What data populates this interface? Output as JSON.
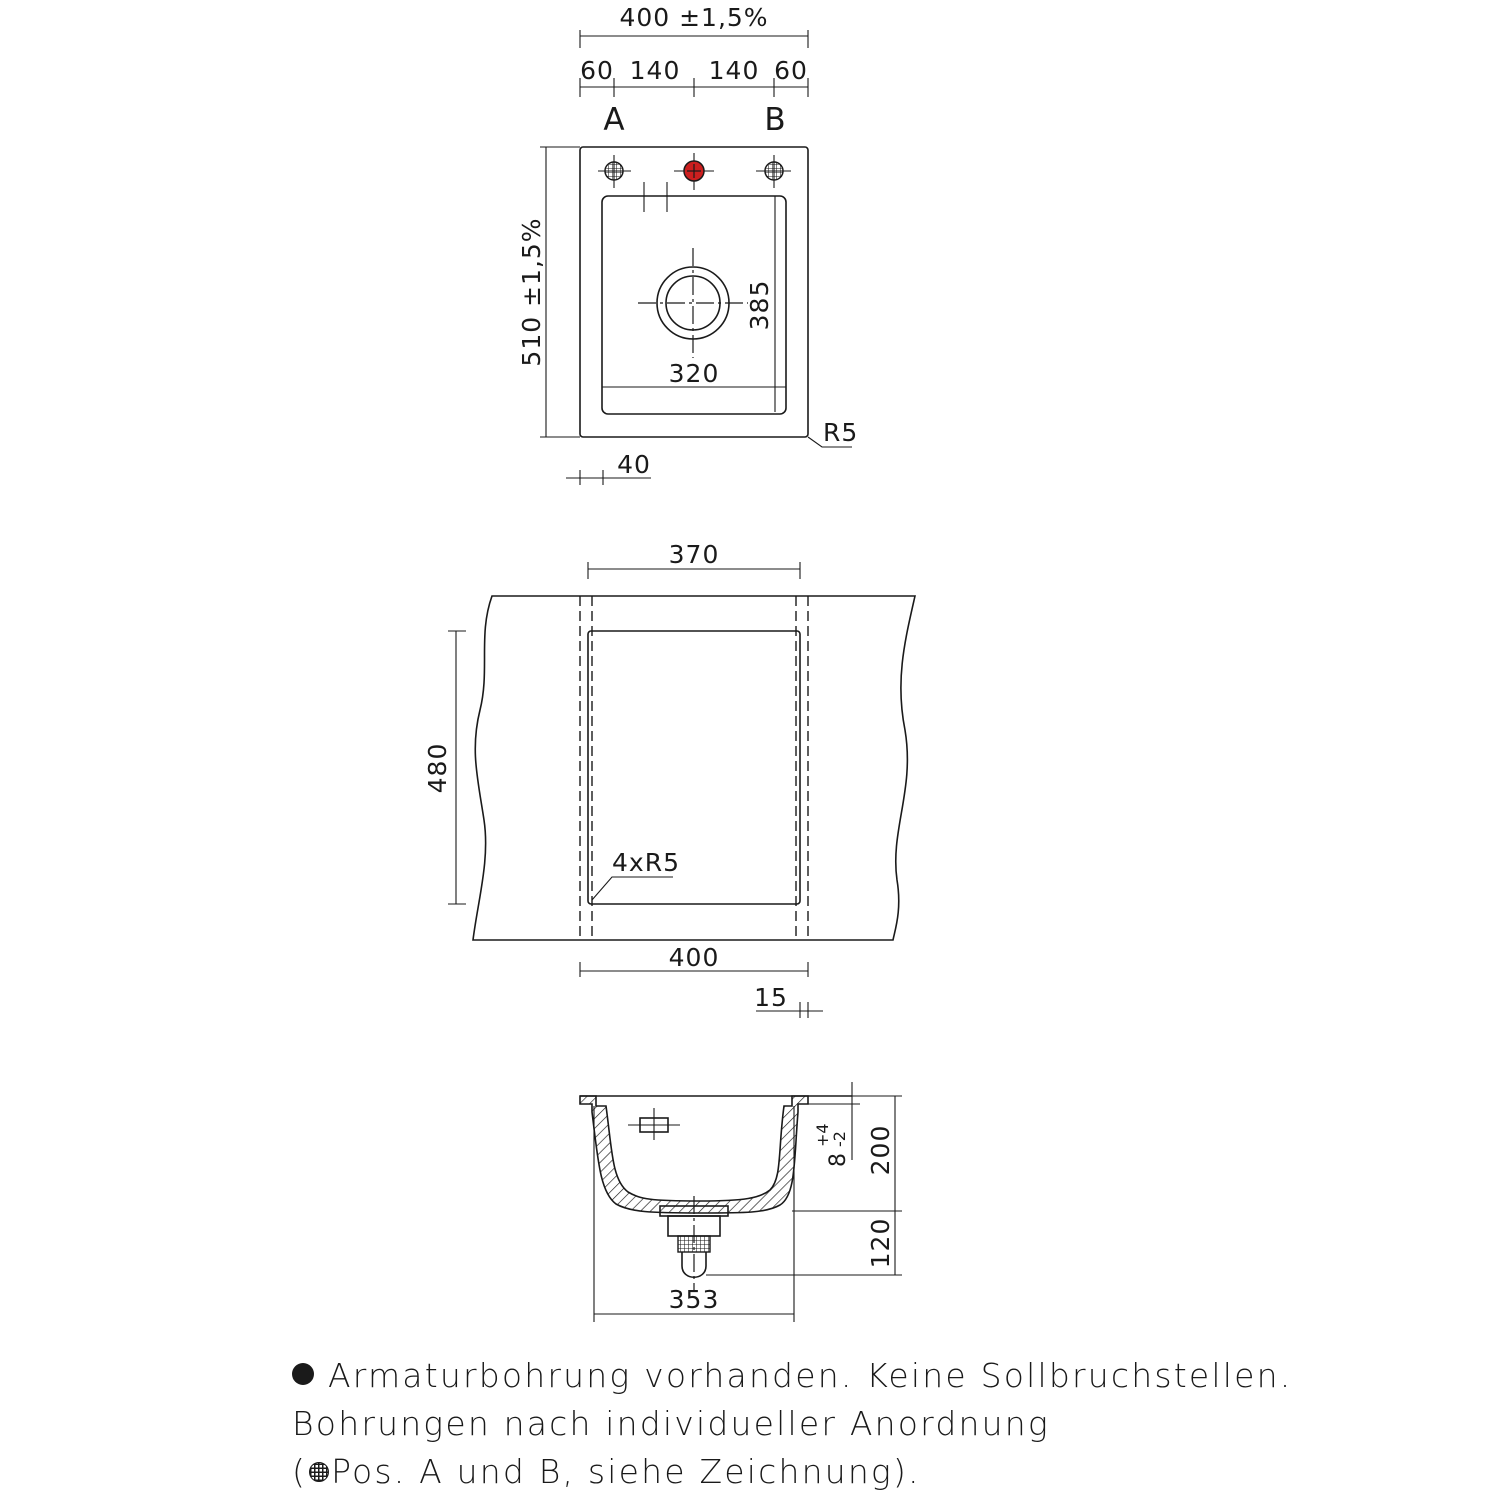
{
  "top_view": {
    "width_tol": "400 ±1,5%",
    "seg_a": "60",
    "seg_b": "140",
    "seg_c": "140",
    "seg_d": "60",
    "pos_a": "A",
    "pos_b": "B",
    "height_tol": "510 ±1,5%",
    "bowl_height": "385",
    "bowl_width": "320",
    "corner": "R5",
    "rim": "40"
  },
  "cutout_view": {
    "width": "370",
    "height": "480",
    "corners": "4xR5",
    "outer_width": "400",
    "overlap": "15"
  },
  "section_view": {
    "tolerance_base": "8",
    "tolerance_plus": "+4",
    "tolerance_minus": "-2",
    "depth": "200",
    "drain": "120",
    "bottom_width": "353"
  },
  "notes": {
    "line1": "Armaturbohrung vorhanden. Keine Sollbruchstellen.",
    "line2": "Bohrungen nach individueller Anordnung",
    "line3_open": "(",
    "line3_rest": "Pos. A und B, siehe Zeichnung)."
  },
  "colors": {
    "line": "#1a1a1a",
    "tap_hole": "#cc1f1f"
  }
}
